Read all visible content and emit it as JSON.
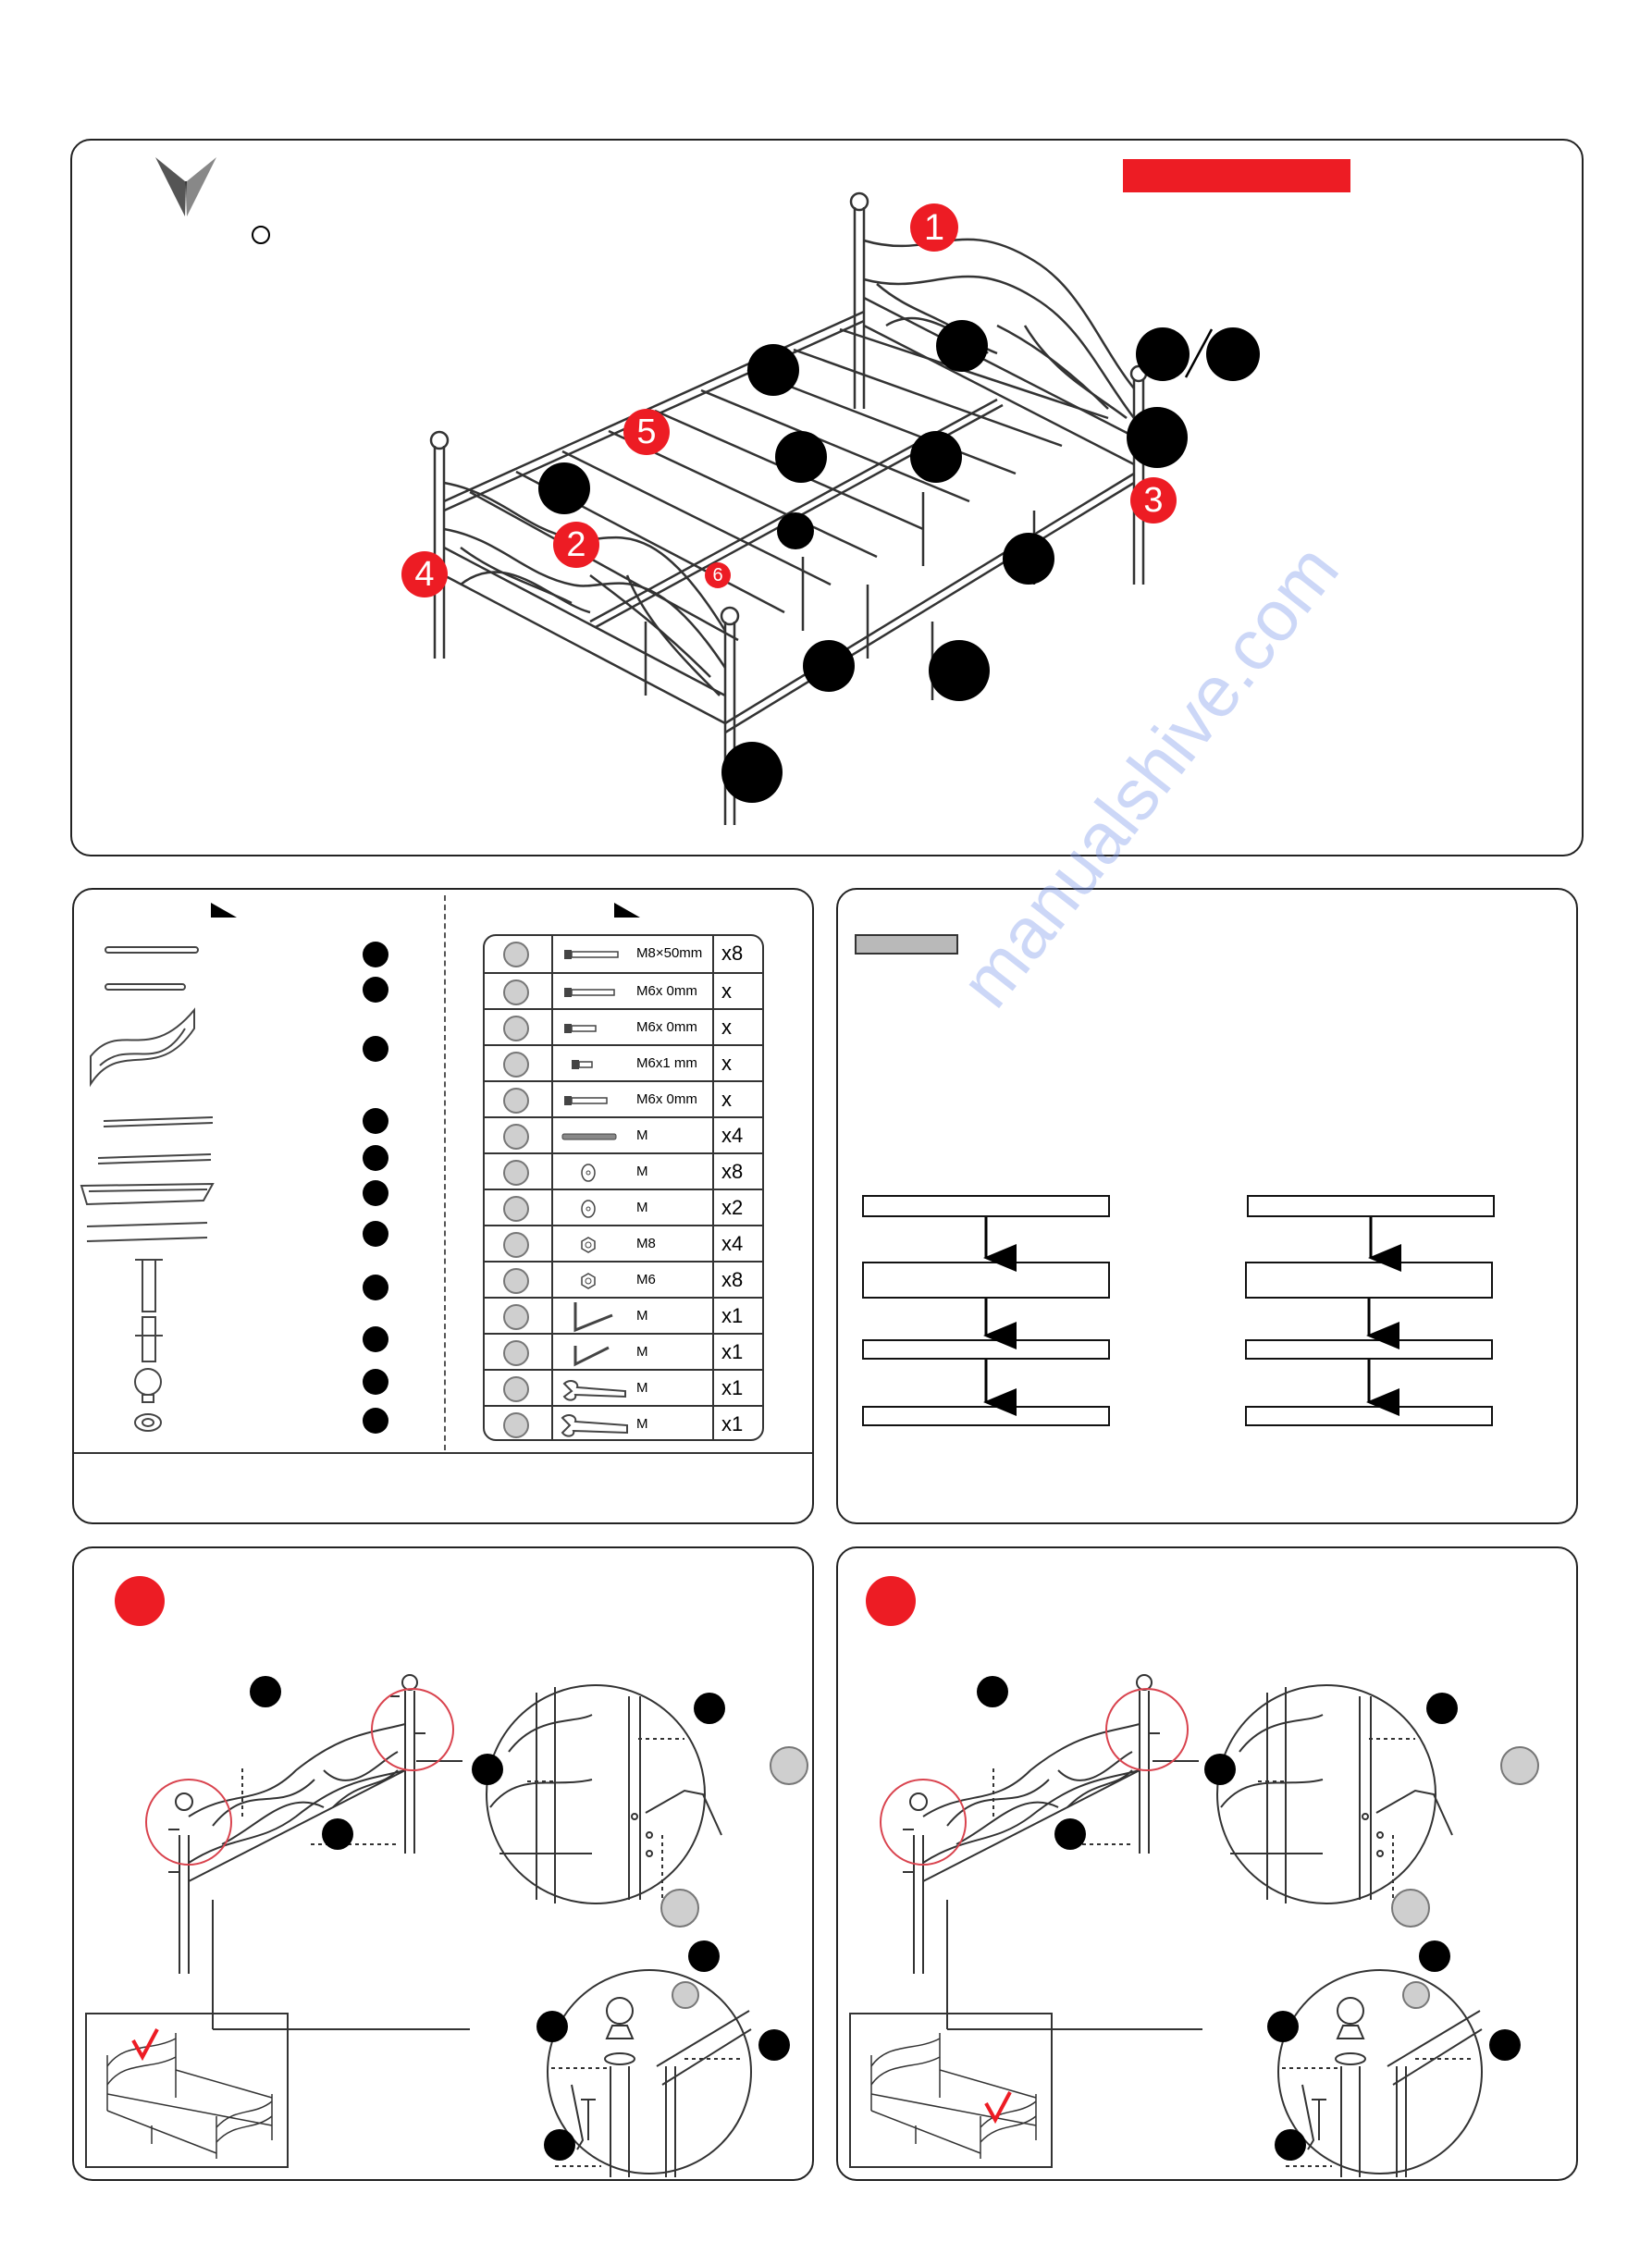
{
  "header": {
    "title_bar_color": "#ed1c24"
  },
  "overview": {
    "callouts": [
      "1",
      "2",
      "3",
      "4",
      "5",
      "6"
    ]
  },
  "hardware": {
    "rows": [
      {
        "spec": "M8×50mm",
        "qty": "x8"
      },
      {
        "spec": "M6x  0mm",
        "qty": "x"
      },
      {
        "spec": "M6x  0mm",
        "qty": "x"
      },
      {
        "spec": "M6x1  mm",
        "qty": "x"
      },
      {
        "spec": "M6x  0mm",
        "qty": "x"
      },
      {
        "spec": "M",
        "qty": "x4"
      },
      {
        "spec": "M",
        "qty": "x8"
      },
      {
        "spec": "M",
        "qty": "x2"
      },
      {
        "spec": "M8",
        "qty": "x4"
      },
      {
        "spec": "M6",
        "qty": "x8"
      },
      {
        "spec": "M",
        "qty": "x1"
      },
      {
        "spec": "M",
        "qty": "x1"
      },
      {
        "spec": "M",
        "qty": "x1"
      },
      {
        "spec": "M",
        "qty": "x1"
      }
    ]
  },
  "watermark": "manualshive.com",
  "colors": {
    "accent": "#ed1c24",
    "check": "#ed1c24",
    "circle_highlight": "#d9434e"
  }
}
